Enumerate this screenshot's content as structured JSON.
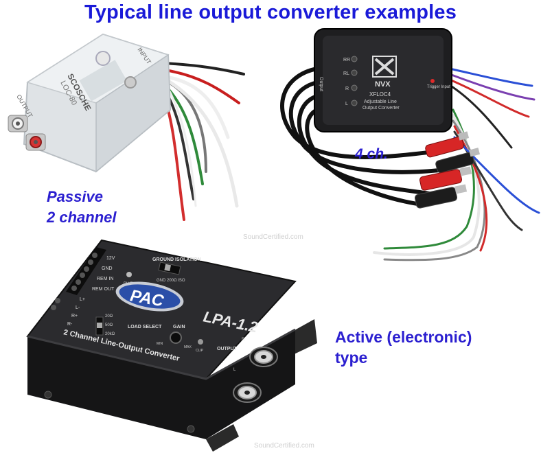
{
  "title": "Typical line output converter examples",
  "captions": {
    "passive_line1": "Passive",
    "passive_line2": "2 channel",
    "four_ch": "4 ch.",
    "active_line1": "Active (electronic)",
    "active_line2": "type"
  },
  "watermarks": [
    "SoundCertified.com",
    "SoundCertified.com"
  ],
  "devices": {
    "passive": {
      "brand": "SCOSCHE",
      "model": "LOC-80",
      "labels": [
        "INPUT",
        "OUTPUT"
      ],
      "wire_colors": [
        "#2a2a2a",
        "#c81e1e",
        "#f2f2f2",
        "#8a8a8a",
        "#2f8a3a",
        "#f2f2f2",
        "#d22d2d",
        "#3a3a3a"
      ]
    },
    "nvx": {
      "brand": "NVX",
      "model": "XFLOC4",
      "desc1": "Adjustable Line",
      "desc2": "Output Converter",
      "channels": [
        "RR",
        "RL",
        "R",
        "L"
      ],
      "output_label": "Output",
      "trigger_label": "Trigger Input",
      "wire_colors": [
        "#222222",
        "#d12a2a",
        "#2a4fd6",
        "#7a3fb0",
        "#2f8a3a",
        "#e6e6e6",
        "#888888"
      ]
    },
    "pac": {
      "brand": "PAC",
      "model": "LPA-1.2",
      "subtitle": "2 Channel Line-Output Converter",
      "terminals": [
        "12V",
        "GND",
        "REM IN",
        "REM OUT",
        "L+",
        "L-",
        "R+",
        "R-"
      ],
      "controls": {
        "ground_iso": "GROUND ISOLATION",
        "ground_opts": "GND  200Ω  ISO",
        "pwr": "PWR",
        "load": "LOAD SELECT",
        "load_opts": [
          "20Ω",
          "50Ω",
          "20kΩ"
        ],
        "gain": "GAIN",
        "gain_min": "MIN",
        "gain_max": "MAX",
        "clip": "CLIP",
        "output": "OUTPUT",
        "out_r": "R",
        "out_l": "L"
      }
    }
  },
  "colors": {
    "caption": "#1f1fd6",
    "pac_badge": "#2b4fa8",
    "dark_body": "#1c1c1e",
    "clear_body": "#d9dde0"
  }
}
